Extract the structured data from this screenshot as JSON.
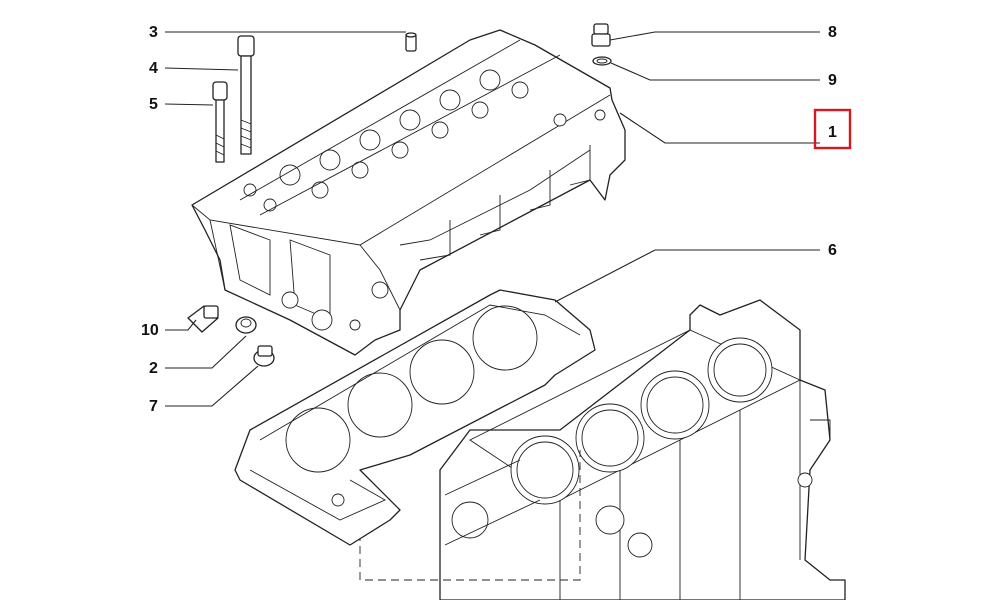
{
  "diagram": {
    "highlight_color": "#d8181f",
    "callouts": [
      {
        "id": "c1",
        "label": "1",
        "highlighted": true
      },
      {
        "id": "c2",
        "label": "2"
      },
      {
        "id": "c3",
        "label": "3"
      },
      {
        "id": "c4",
        "label": "4"
      },
      {
        "id": "c5",
        "label": "5"
      },
      {
        "id": "c6",
        "label": "6"
      },
      {
        "id": "c7",
        "label": "7"
      },
      {
        "id": "c8",
        "label": "8"
      },
      {
        "id": "c9",
        "label": "9"
      },
      {
        "id": "c10",
        "label": "10"
      }
    ]
  }
}
